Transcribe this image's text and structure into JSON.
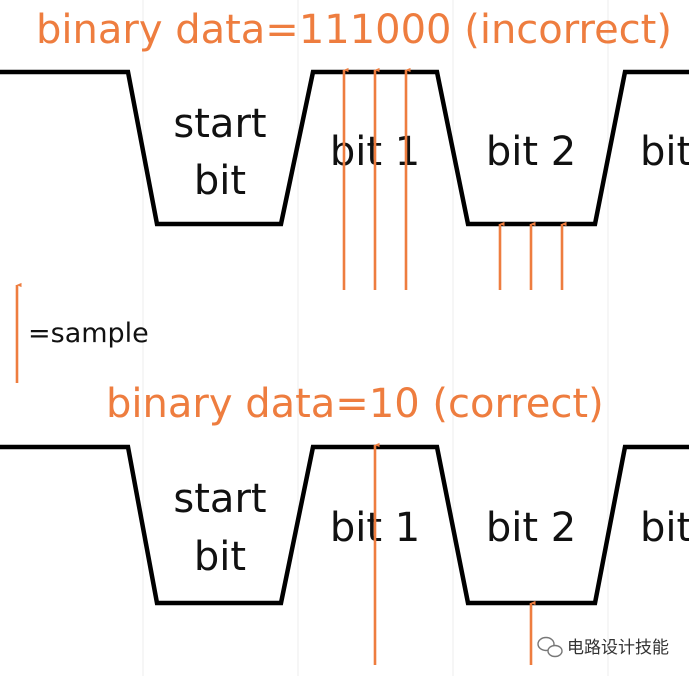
{
  "diagrams": [
    {
      "title": "binary data=111000 (incorrect)",
      "labels": {
        "start_bit_line1": "start",
        "start_bit_line2": "bit",
        "bit1": "bit 1",
        "bit2": "bit 2",
        "bit3_partial": "bit"
      }
    },
    {
      "title": "binary data=10 (correct)",
      "labels": {
        "start_bit_line1": "start",
        "start_bit_line2": "bit",
        "bit1": "bit 1",
        "bit2": "bit 2",
        "bit3_partial": "bit"
      }
    }
  ],
  "legend": {
    "text": "=sample"
  },
  "watermark": {
    "text": "电路设计技能"
  },
  "colors": {
    "accent": "#EE7D3F",
    "wave": "#000000"
  }
}
